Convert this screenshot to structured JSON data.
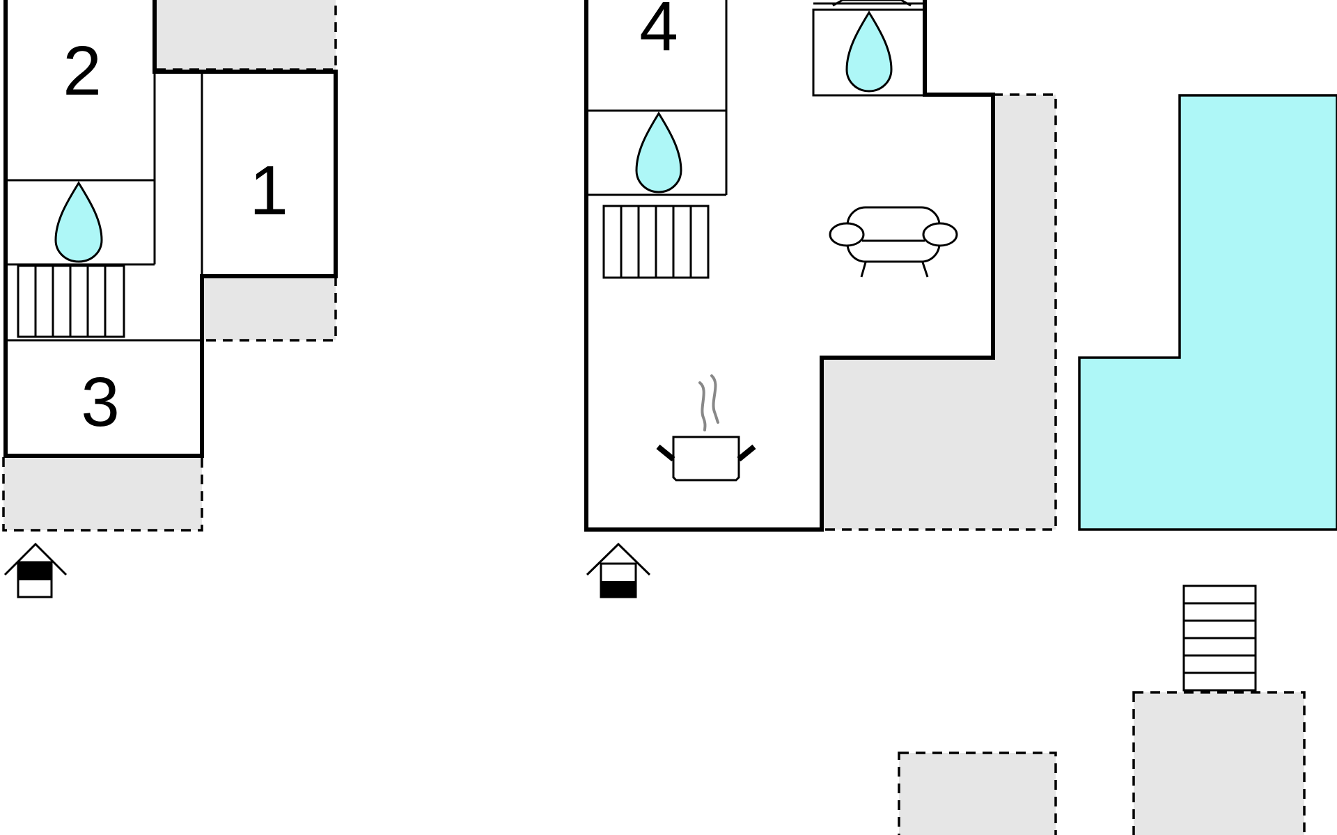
{
  "floor_plan": {
    "rooms": [
      {
        "id": "room-1",
        "number": "1"
      },
      {
        "id": "room-2",
        "number": "2"
      },
      {
        "id": "room-3",
        "number": "3"
      },
      {
        "id": "room-4",
        "number": "4"
      }
    ],
    "icons": [
      "bathroom-icon",
      "radiator-icon",
      "sofa-icon",
      "kitchen-pot-icon",
      "entrance-icon",
      "stairs-icon"
    ],
    "colors": {
      "water": "#aef7f7",
      "terrace": "#e6e6e6",
      "wall": "#000000",
      "steam": "#888888"
    }
  }
}
